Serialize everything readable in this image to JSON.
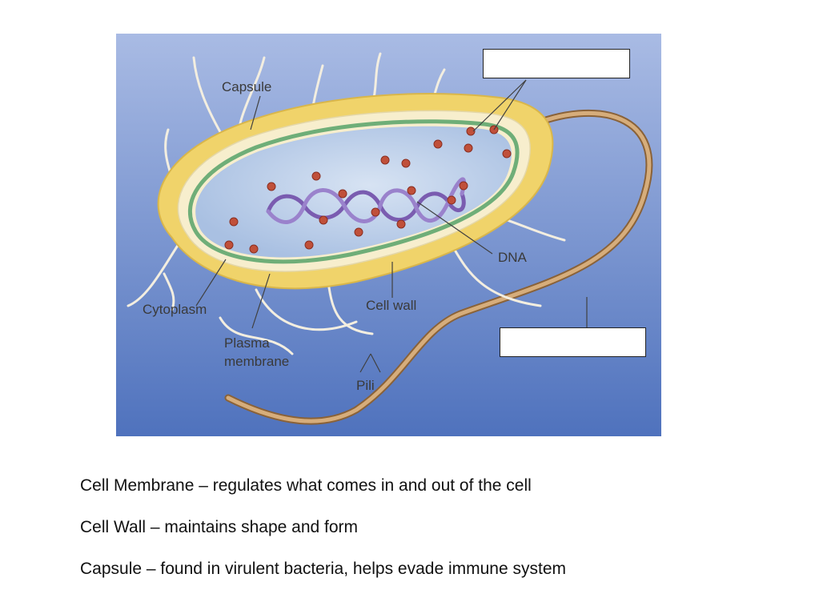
{
  "diagram": {
    "labels": {
      "capsule": "Capsule",
      "dna": "DNA",
      "cytoplasm": "Cytoplasm",
      "cell_wall": "Cell wall",
      "plasma_membrane_line1": "Plasma",
      "plasma_membrane_line2": "membrane",
      "pili": "Pili"
    },
    "blank_labels": [
      "",
      ""
    ],
    "colors": {
      "background": "#6f8fcf",
      "capsule": "#f0d36a",
      "cell_wall": "#f7eecd",
      "membrane": "#6fae78",
      "cytoplasm": "#bccfe8",
      "dna": "#7a5cb0",
      "ribosome": "#c0503a",
      "flagellum": "#b98a58"
    }
  },
  "definitions": [
    "Cell Membrane – regulates what comes in and out of the cell",
    "Cell Wall – maintains shape and form",
    "Capsule – found in virulent bacteria, helps evade immune system"
  ]
}
